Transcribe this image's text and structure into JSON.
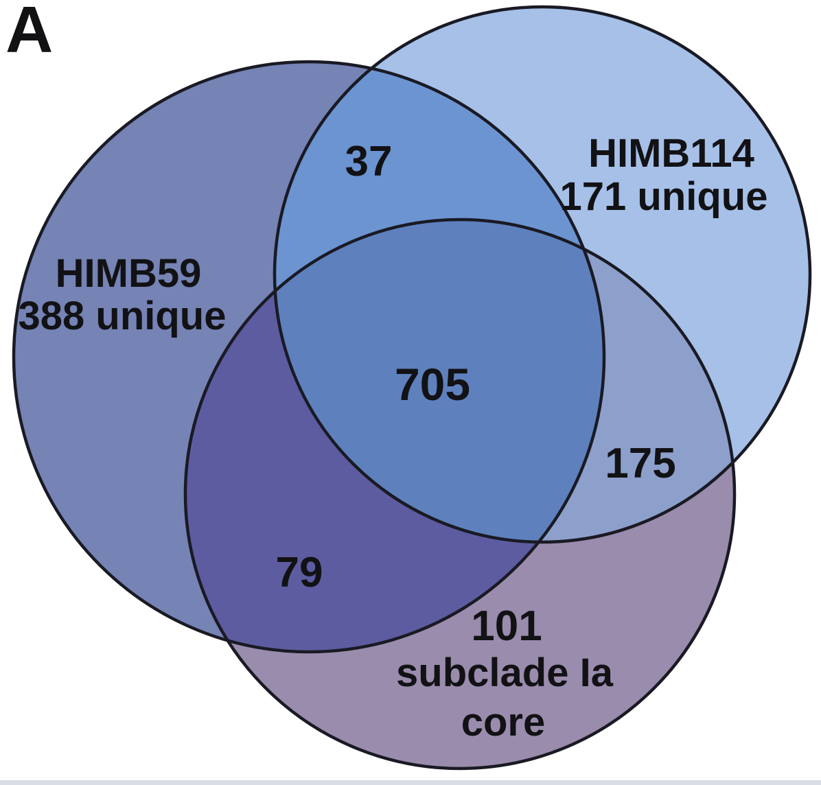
{
  "panel": {
    "label": "A"
  },
  "colors": {
    "background": "#ffffff",
    "outline": "#1a1a24",
    "text": "#121215",
    "himb59_fill": "#7583b5",
    "himb114_fill": "#a6c0e8",
    "subclade_fill": "#9a8cad",
    "himb59_himb114_fill": "#6b94d1",
    "himb59_subclade_fill": "#5d5ca1",
    "himb114_subclade_fill": "#8da0cb",
    "center_fill": "#5e81be",
    "bottom_strip": "#d9dee6"
  },
  "venn": {
    "type": "venn3",
    "sets": [
      {
        "id": "himb59",
        "label": "HIMB59",
        "sublabel": "388 unique",
        "unique": 388
      },
      {
        "id": "himb114",
        "label": "HIMB114",
        "sublabel": "171 unique",
        "unique": 171
      },
      {
        "id": "subclade",
        "label_line1": "subclade Ia",
        "label_line2": "core",
        "unique": 101
      }
    ],
    "overlaps": {
      "himb59_and_himb114": 37,
      "himb59_and_subclade": 79,
      "himb114_and_subclade": 175,
      "all_three": 705
    }
  }
}
